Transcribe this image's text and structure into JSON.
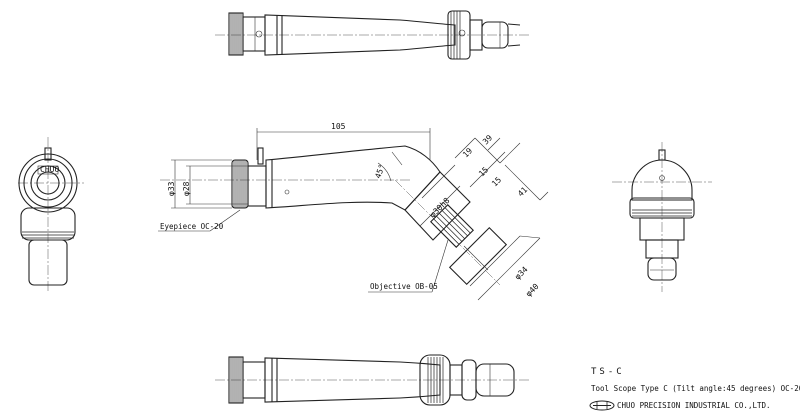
{
  "drawing": {
    "dimensions": {
      "length_105": "105",
      "dia_33": "φ33",
      "dia_28": "φ28",
      "angle_45": "45°",
      "len_19": "19",
      "len_39": "39",
      "len_15": "15",
      "len_15b": "15",
      "len_41": "41",
      "dia_30h8": "φ30h8",
      "dia_34": "φ34",
      "dia_40": "φ40"
    },
    "callouts": {
      "eyepiece": "Eyepiece OC-20",
      "objective": "Objective OB-05"
    },
    "engraving": "CHUO"
  },
  "title_block": {
    "model": "TS-C",
    "description": "Tool Scope Type C (Tilt angle:45 degrees) OC-20, OB-05",
    "company": "CHUO PRECISION INDUSTRIAL CO.,LTD."
  }
}
